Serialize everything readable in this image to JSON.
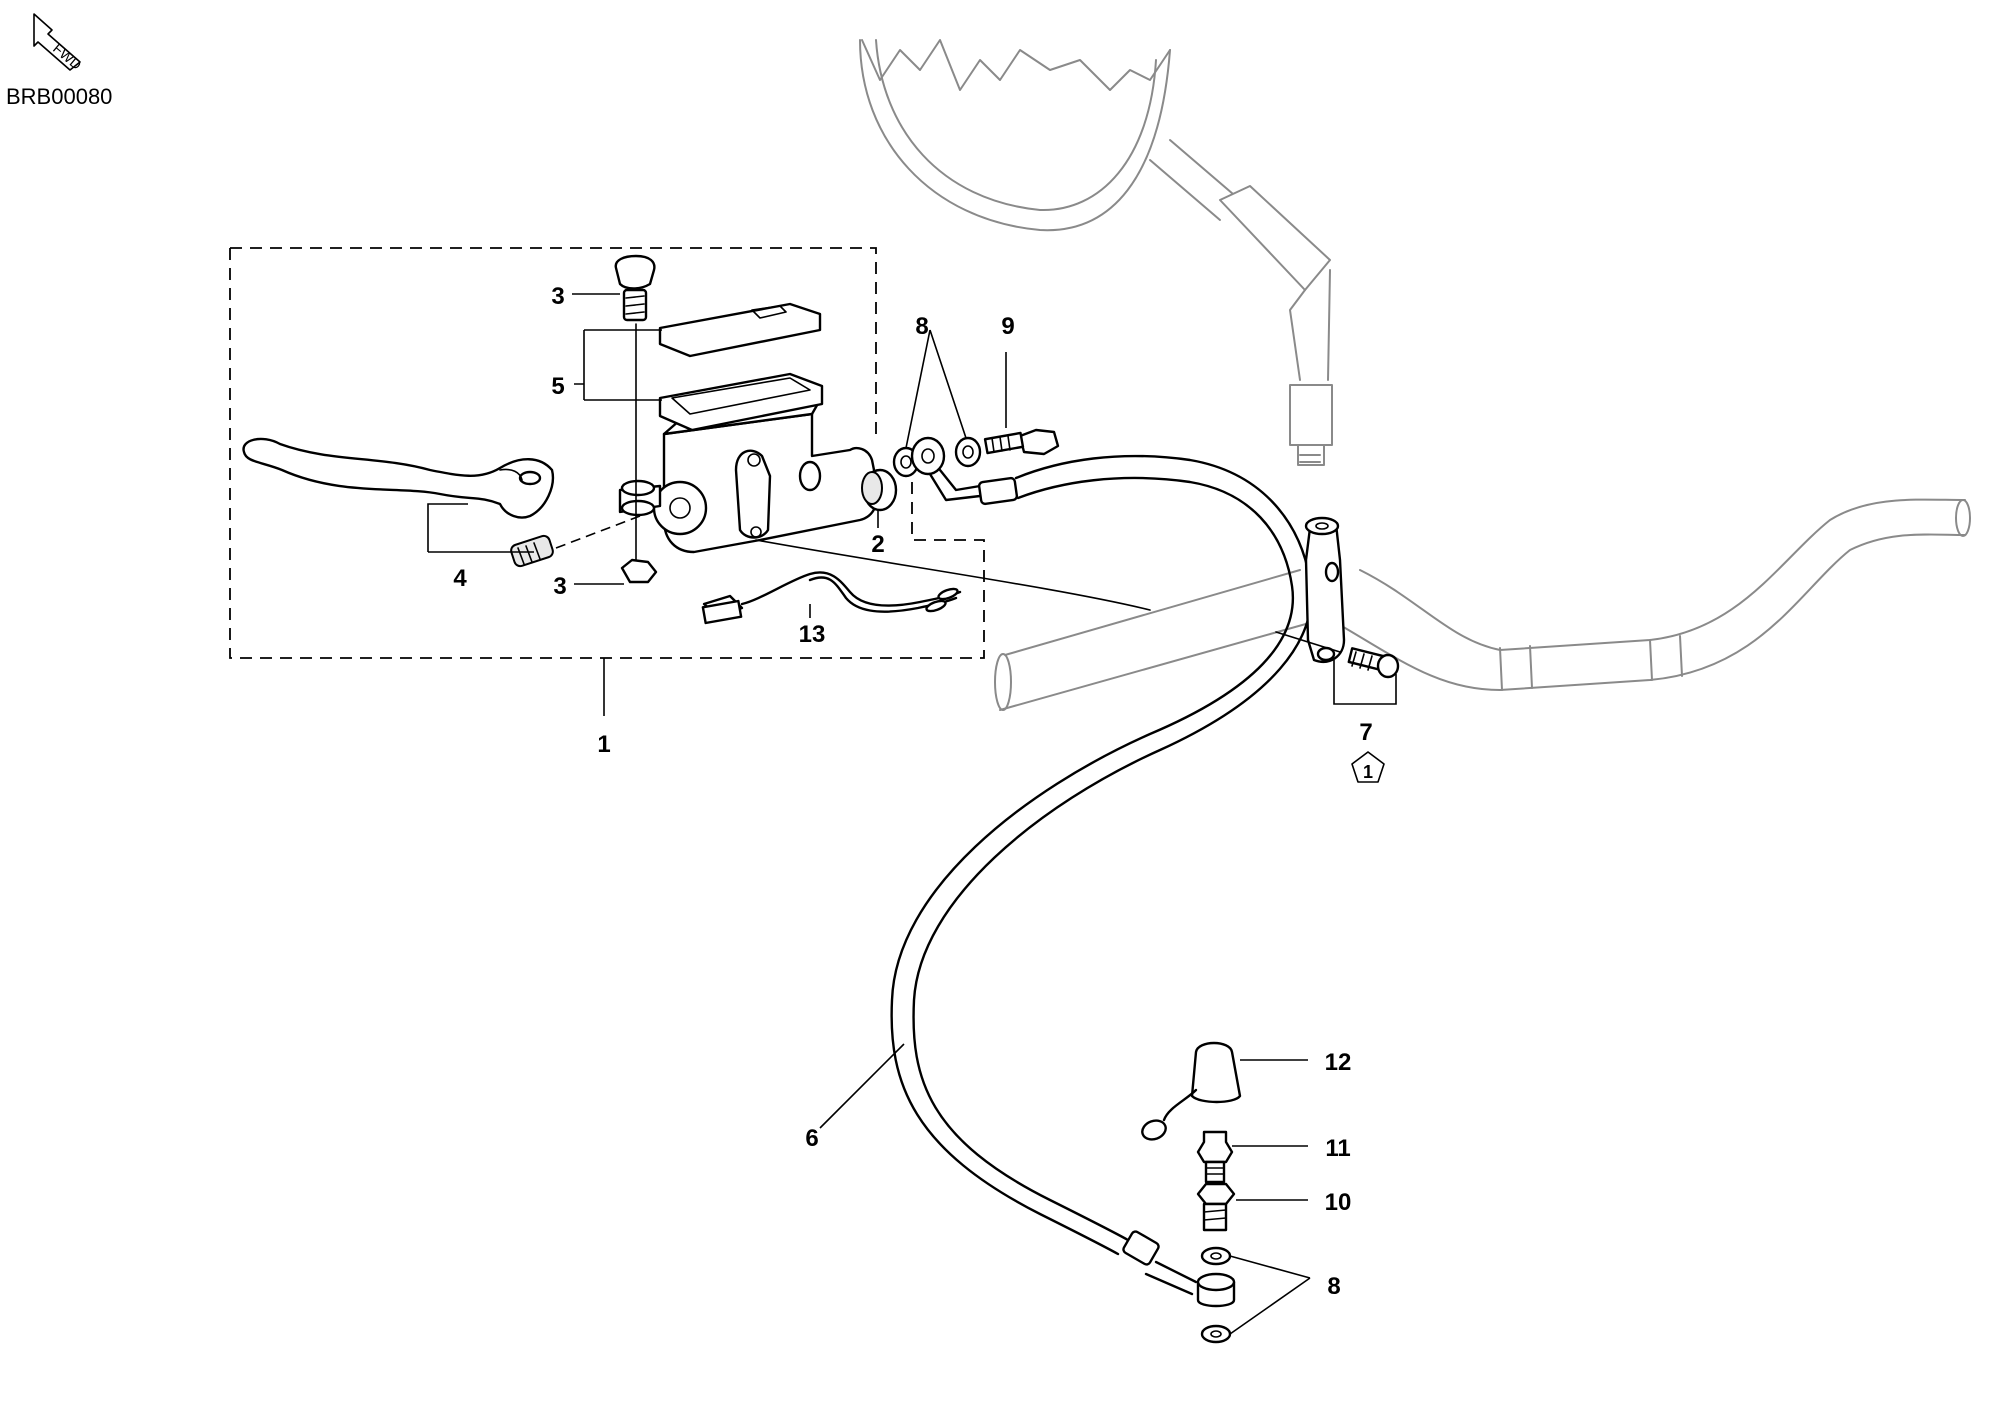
{
  "drawing_code": "BRB00080",
  "fwd_label": "FWD",
  "callouts": {
    "c1": "1",
    "c2": "2",
    "c3_top": "3",
    "c3_bottom": "3",
    "c4": "4",
    "c5": "5",
    "c6": "6",
    "c7": "7",
    "c8_top": "8",
    "c8_bottom": "8",
    "c9": "9",
    "c10": "10",
    "c11": "11",
    "c12": "12",
    "c13": "13",
    "note_badge": "1"
  }
}
